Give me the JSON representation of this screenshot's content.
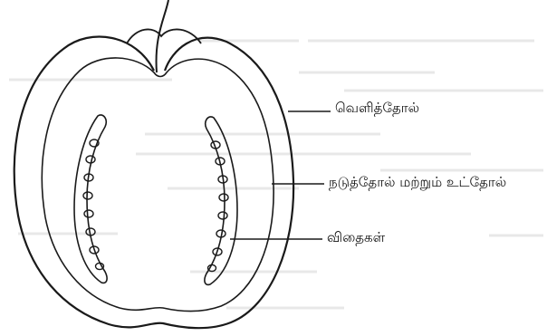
{
  "diagram": {
    "labels": {
      "outer_skin": "வெளித்தோல்",
      "middle_inner_skin": "நடுத்தோல் மற்றும் உட்தோல்",
      "seeds": "விதைகள்"
    },
    "colors": {
      "ink": "#1a1a1a",
      "paper": "#ffffff",
      "ghost_text": "#c8c8c8"
    }
  }
}
